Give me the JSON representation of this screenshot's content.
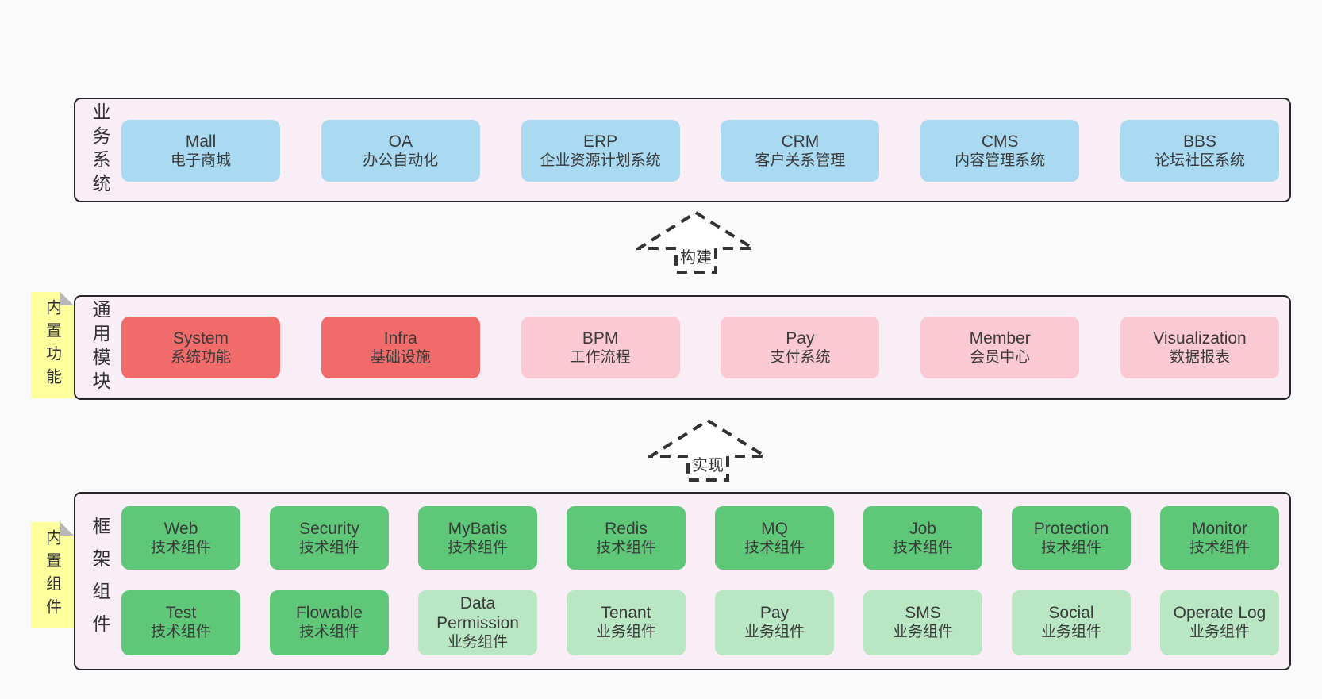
{
  "colors": {
    "page_bg": "#fafafa",
    "section_bg": "#f9edf6",
    "section_border": "#26262b",
    "blue_box": "#a9daf2",
    "red_box": "#f16b6b",
    "pink_box": "#fbc9d3",
    "green_box": "#5ec878",
    "green_light_box": "#b9e6c3",
    "sticky_yellow": "#feff9d",
    "text": "#3b3b3b"
  },
  "arrows": {
    "build": "构建",
    "implement": "实现"
  },
  "sections": {
    "business": {
      "label": "业务系统",
      "boxes": [
        {
          "name": "Mall",
          "desc": "电子商城"
        },
        {
          "name": "OA",
          "desc": "办公自动化"
        },
        {
          "name": "ERP",
          "desc": "企业资源计划系统"
        },
        {
          "name": "CRM",
          "desc": "客户关系管理"
        },
        {
          "name": "CMS",
          "desc": "内容管理系统"
        },
        {
          "name": "BBS",
          "desc": "论坛社区系统"
        }
      ]
    },
    "modules": {
      "label": "通用模块",
      "sticky": "内置功能",
      "boxes": [
        {
          "name": "System",
          "desc": "系统功能",
          "variant": "red"
        },
        {
          "name": "Infra",
          "desc": "基础设施",
          "variant": "red"
        },
        {
          "name": "BPM",
          "desc": "工作流程",
          "variant": "pink"
        },
        {
          "name": "Pay",
          "desc": "支付系统",
          "variant": "pink"
        },
        {
          "name": "Member",
          "desc": "会员中心",
          "variant": "pink"
        },
        {
          "name": "Visualization",
          "desc": "数据报表",
          "variant": "pink"
        }
      ]
    },
    "components": {
      "label": "框架组件",
      "sticky": "内置组件",
      "row1": [
        {
          "name": "Web",
          "desc": "技术组件",
          "variant": "green"
        },
        {
          "name": "Security",
          "desc": "技术组件",
          "variant": "green"
        },
        {
          "name": "MyBatis",
          "desc": "技术组件",
          "variant": "green"
        },
        {
          "name": "Redis",
          "desc": "技术组件",
          "variant": "green"
        },
        {
          "name": "MQ",
          "desc": "技术组件",
          "variant": "green"
        },
        {
          "name": "Job",
          "desc": "技术组件",
          "variant": "green"
        },
        {
          "name": "Protection",
          "desc": "技术组件",
          "variant": "green"
        },
        {
          "name": "Monitor",
          "desc": "技术组件",
          "variant": "green"
        }
      ],
      "row2": [
        {
          "name": "Test",
          "desc": "技术组件",
          "variant": "green"
        },
        {
          "name": "Flowable",
          "desc": "技术组件",
          "variant": "green"
        },
        {
          "name": "Data Permission",
          "desc": "业务组件",
          "variant": "green-light"
        },
        {
          "name": "Tenant",
          "desc": "业务组件",
          "variant": "green-light"
        },
        {
          "name": "Pay",
          "desc": "业务组件",
          "variant": "green-light"
        },
        {
          "name": "SMS",
          "desc": "业务组件",
          "variant": "green-light"
        },
        {
          "name": "Social",
          "desc": "业务组件",
          "variant": "green-light"
        },
        {
          "name": "Operate Log",
          "desc": "业务组件",
          "variant": "green-light"
        }
      ]
    }
  }
}
